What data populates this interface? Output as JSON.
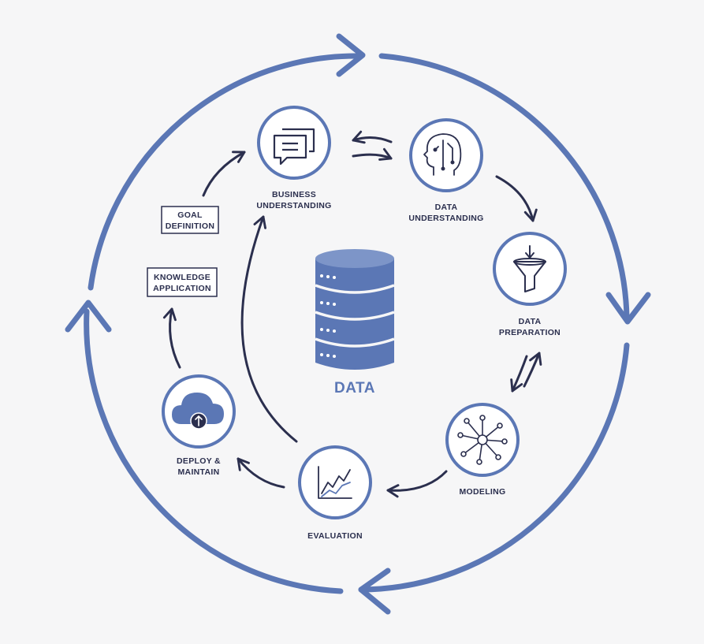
{
  "colors": {
    "outer_ring": "#5b77b5",
    "node_ring": "#5b77b5",
    "inner_arrow": "#2b2f4e",
    "database": "#5b77b5",
    "text": "#2b2f4e",
    "background": "#f6f6f7"
  },
  "center": {
    "label": "DATA",
    "icon": "database-icon"
  },
  "nodes": [
    {
      "id": "business",
      "icon": "chat-bubbles-icon",
      "line1": "BUSINESS",
      "line2": "UNDERSTANDING"
    },
    {
      "id": "data-understanding",
      "icon": "brain-head-icon",
      "line1": "DATA",
      "line2": "UNDERSTANDING"
    },
    {
      "id": "data-preparation",
      "icon": "funnel-icon",
      "line1": "DATA",
      "line2": "PREPARATION"
    },
    {
      "id": "modeling",
      "icon": "network-icon",
      "line1": "MODELING",
      "line2": ""
    },
    {
      "id": "evaluation",
      "icon": "line-chart-icon",
      "line1": "EVALUATION",
      "line2": ""
    },
    {
      "id": "deploy",
      "icon": "cloud-upload-icon",
      "line1": "DEPLOY &",
      "line2": "MAINTAIN"
    }
  ],
  "boxes": [
    {
      "id": "goal",
      "line1": "GOAL",
      "line2": "DEFINITION"
    },
    {
      "id": "knowledge",
      "line1": "KNOWLEDGE",
      "line2": "APPLICATION"
    }
  ]
}
